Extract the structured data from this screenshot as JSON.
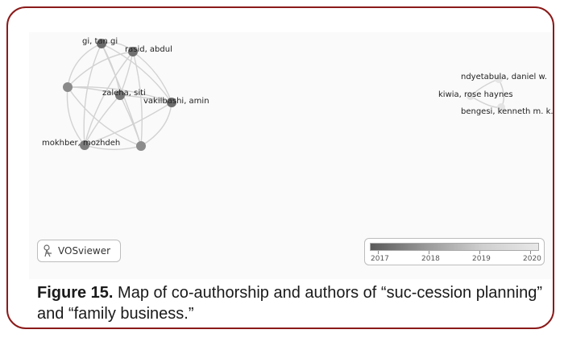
{
  "map": {
    "nodes": [
      {
        "id": "gi",
        "label": "gi, tan gi"
      },
      {
        "id": "rasid",
        "label": "rasid, abdul"
      },
      {
        "id": "zaleha",
        "label": "zaleha, siti"
      },
      {
        "id": "vakil",
        "label": "vakilbashi, amin"
      },
      {
        "id": "mokh",
        "label": "mokhber, mozhdeh"
      },
      {
        "id": "ndye",
        "label": "ndyetabula, daniel w."
      },
      {
        "id": "kiwia",
        "label": "kiwia, rose haynes"
      },
      {
        "id": "beng",
        "label": "bengesi, kenneth m. k."
      }
    ]
  },
  "vosviewer": {
    "label": "VOSviewer",
    "icon": "vosviewer-logo-icon"
  },
  "color_scale": {
    "labels": [
      "2017",
      "2018",
      "2019",
      "2020"
    ],
    "colors": {
      "low": "#5a5a5a",
      "high": "#e8e8e8"
    }
  },
  "caption": {
    "figure_label": "Figure 15.",
    "text": " Map of co-authorship and authors of “suc-cession planning” and “family business.”"
  },
  "theme": {
    "border": "#8b1a1a"
  }
}
